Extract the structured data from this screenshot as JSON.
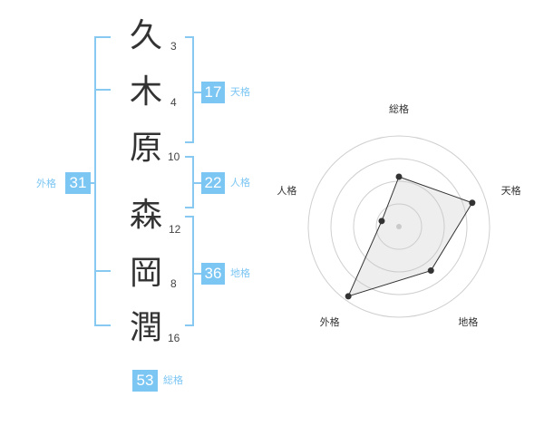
{
  "name_chars": [
    {
      "char": "久",
      "strokes": "3"
    },
    {
      "char": "木",
      "strokes": "4"
    },
    {
      "char": "原",
      "strokes": "10"
    },
    {
      "char": "森",
      "strokes": "12"
    },
    {
      "char": "岡",
      "strokes": "8"
    },
    {
      "char": "潤",
      "strokes": "16"
    }
  ],
  "fortunes": {
    "tenkaku": {
      "value": "17",
      "label": "天格"
    },
    "jinkaku": {
      "value": "22",
      "label": "人格"
    },
    "chikaku": {
      "value": "36",
      "label": "地格"
    },
    "gaikaku": {
      "value": "31",
      "label": "外格"
    },
    "soukaku": {
      "value": "53",
      "label": "総格"
    }
  },
  "colors": {
    "accent": "#7cc6f3",
    "bracket": "#88c9f2",
    "radar_fill": "#eeeeee"
  },
  "chart_data": {
    "type": "radar",
    "axes": [
      "総格",
      "天格",
      "地格",
      "外格",
      "人格"
    ],
    "values": [
      0.55,
      0.85,
      0.6,
      0.95,
      0.2
    ],
    "rings": 4,
    "max": 1
  }
}
